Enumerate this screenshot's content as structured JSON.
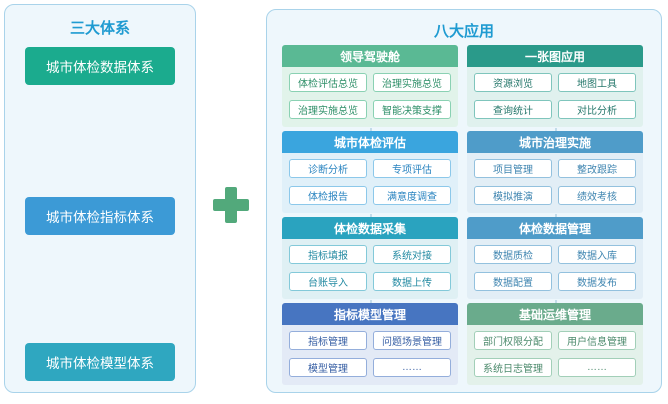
{
  "left_panel": {
    "title": "三大体系",
    "systems": [
      "城市体检数据体系",
      "城市体检指标体系",
      "城市体检模型体系"
    ]
  },
  "right_panel": {
    "title": "八大应用",
    "apps": [
      {
        "title": "领导驾驶舱",
        "items": [
          "体检评估总览",
          "治理实施总览",
          "治理实施总览",
          "智能决策支撑"
        ]
      },
      {
        "title": "一张图应用",
        "items": [
          "资源浏览",
          "地图工具",
          "查询统计",
          "对比分析"
        ]
      },
      {
        "title": "城市体检评估",
        "items": [
          "诊断分析",
          "专项评估",
          "体检报告",
          "满意度调查"
        ]
      },
      {
        "title": "城市治理实施",
        "items": [
          "项目管理",
          "整改跟踪",
          "模拟推演",
          "绩效考核"
        ]
      },
      {
        "title": "体检数据采集",
        "items": [
          "指标填报",
          "系统对接",
          "台账导入",
          "数据上传"
        ]
      },
      {
        "title": "体检数据管理",
        "items": [
          "数据质检",
          "数据入库",
          "数据配置",
          "数据发布"
        ]
      },
      {
        "title": "指标模型管理",
        "items": [
          "指标管理",
          "问题场景管理",
          "模型管理",
          "……"
        ]
      },
      {
        "title": "基础运维管理",
        "items": [
          "部门权限分配",
          "用户信息管理",
          "系统日志管理",
          "……"
        ]
      }
    ]
  },
  "colors": {
    "panel_border": "#a9d3ea",
    "panel_fill": "#eef7fc",
    "title": "#1f9bd1",
    "plus": "#52a97b"
  },
  "icons": {
    "combine": "plus-icon"
  }
}
